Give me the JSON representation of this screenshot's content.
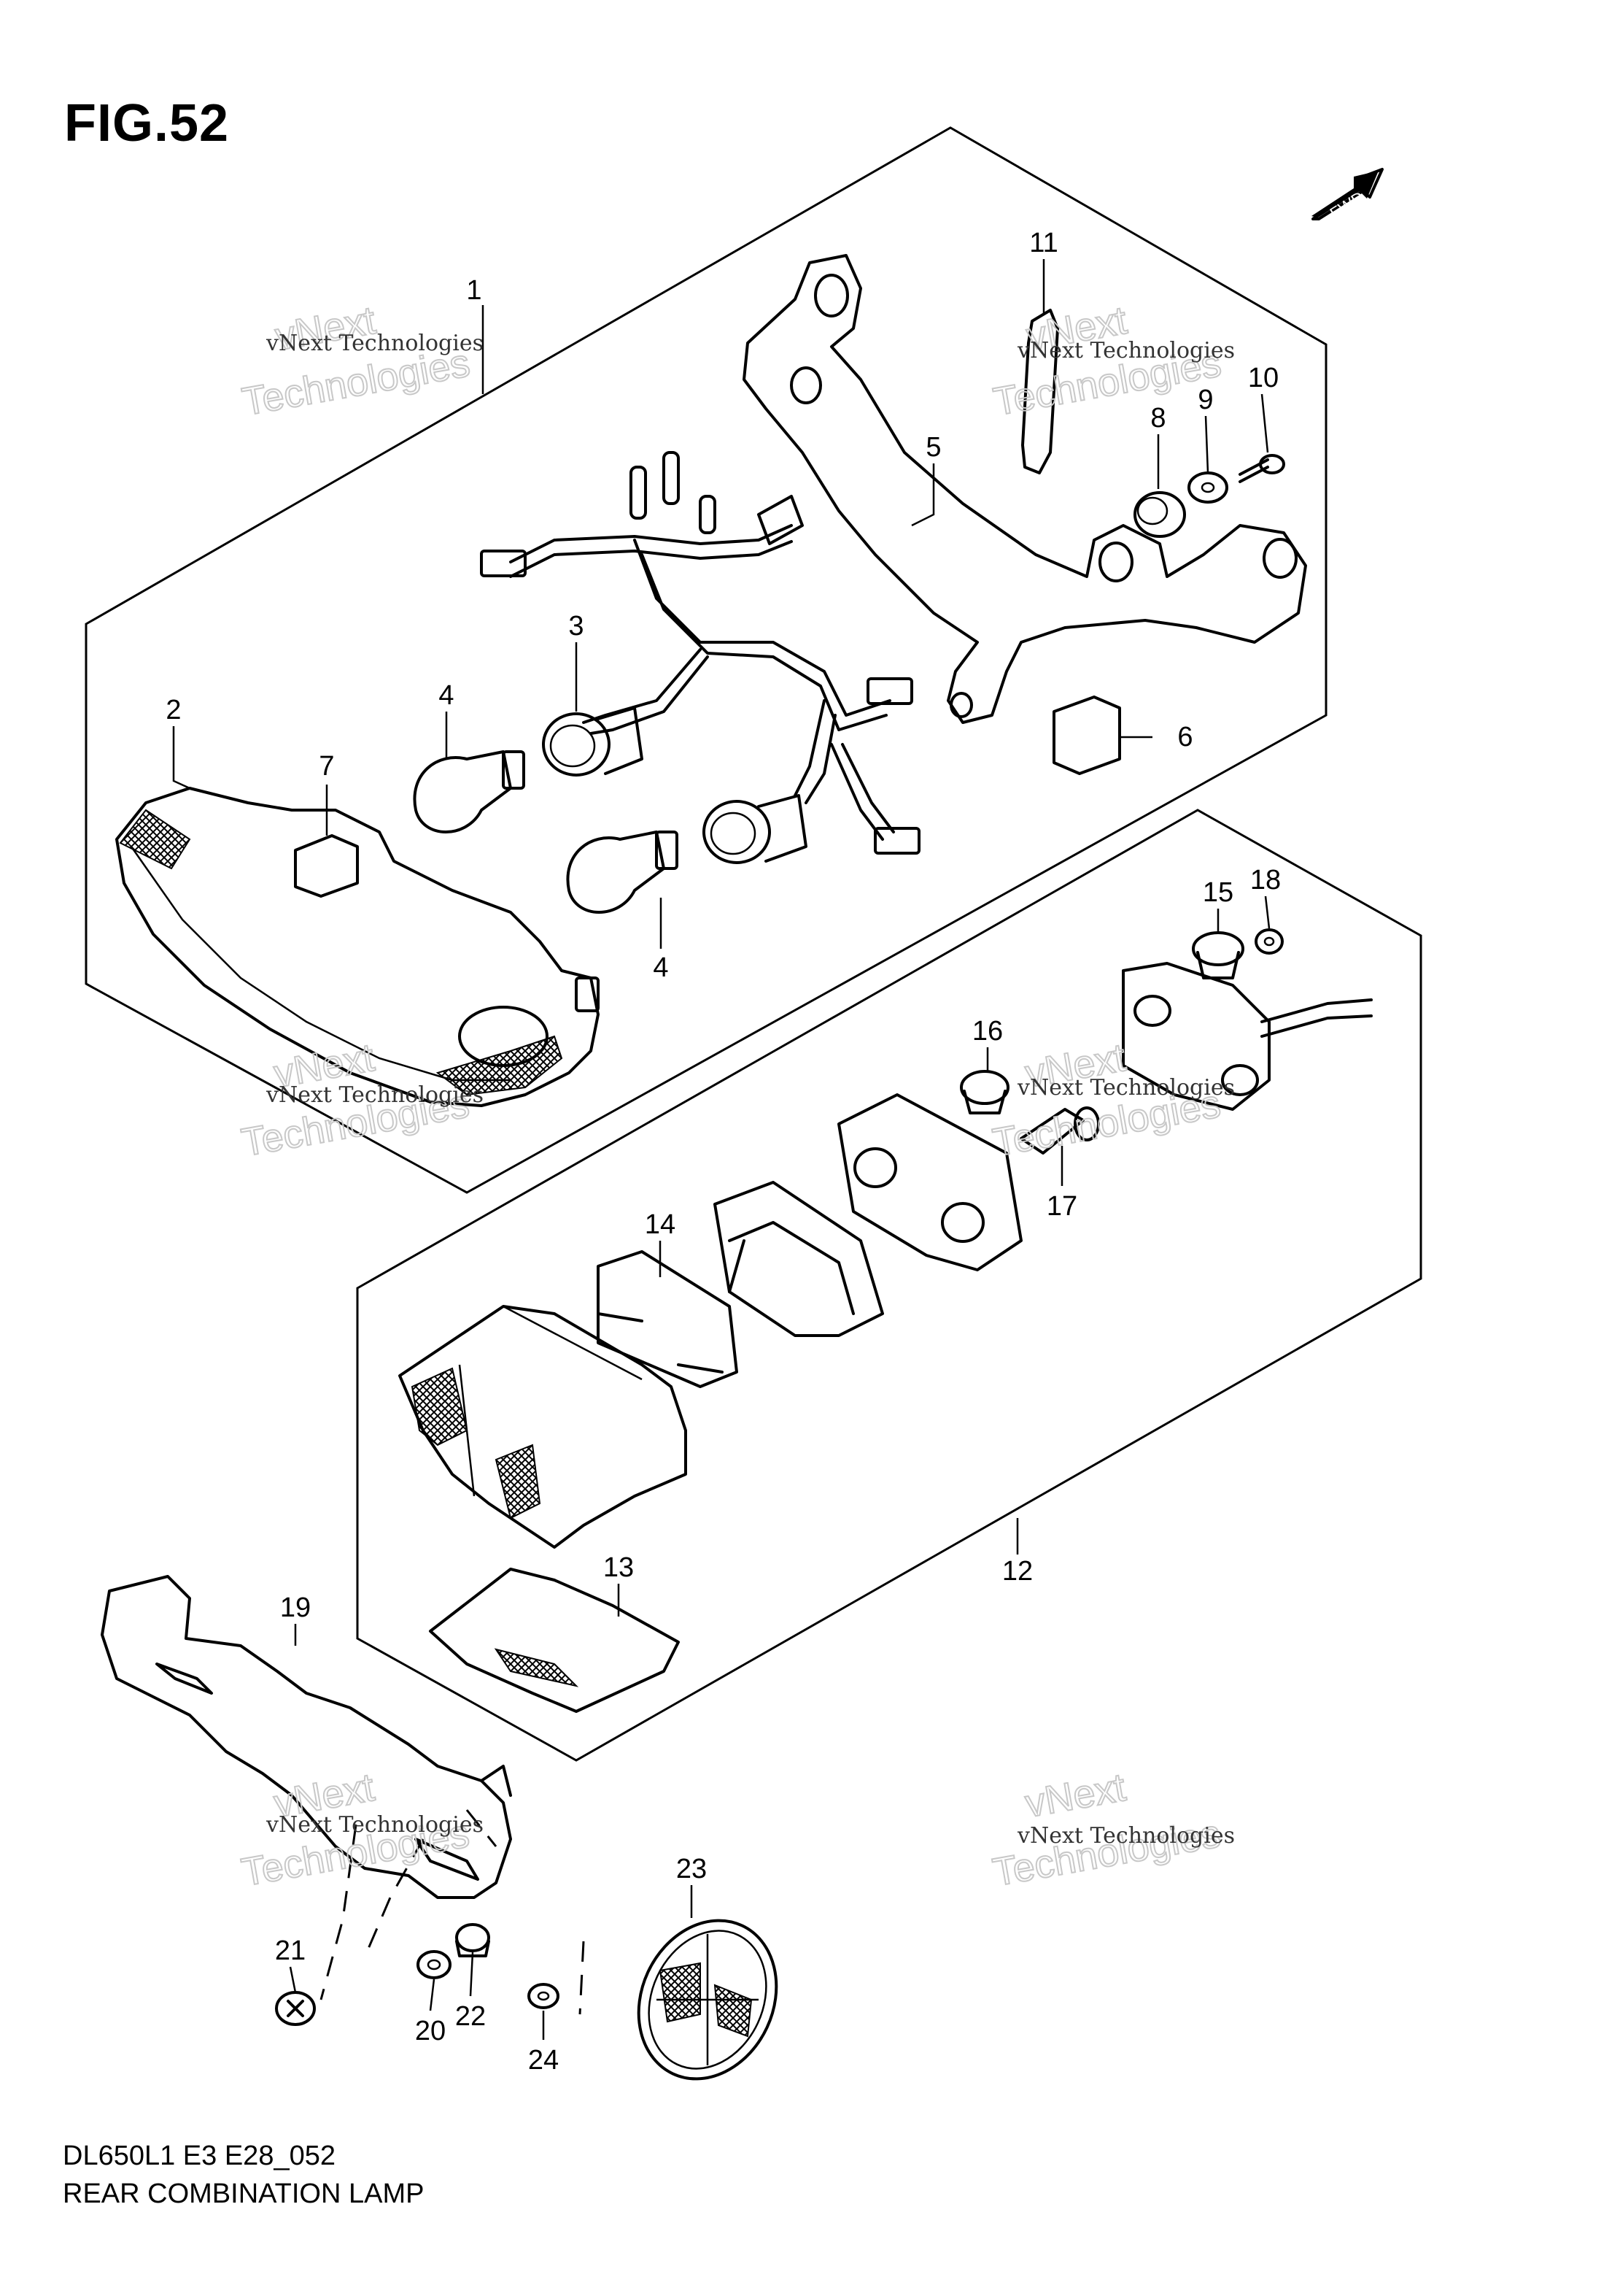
{
  "figure": {
    "title": "FIG.52"
  },
  "fwd_label": "FWD",
  "watermark": {
    "company": "vNext Technologies",
    "brand": "vNext",
    "tag": "Technologies"
  },
  "callouts": [
    "1",
    "2",
    "3",
    "4",
    "4",
    "5",
    "6",
    "7",
    "8",
    "9",
    "10",
    "11",
    "12",
    "13",
    "14",
    "15",
    "16",
    "17",
    "18",
    "19",
    "20",
    "21",
    "22",
    "23",
    "24"
  ],
  "footer": {
    "code": "DL650L1 E3 E28_052",
    "caption": "REAR COMBINATION LAMP"
  }
}
